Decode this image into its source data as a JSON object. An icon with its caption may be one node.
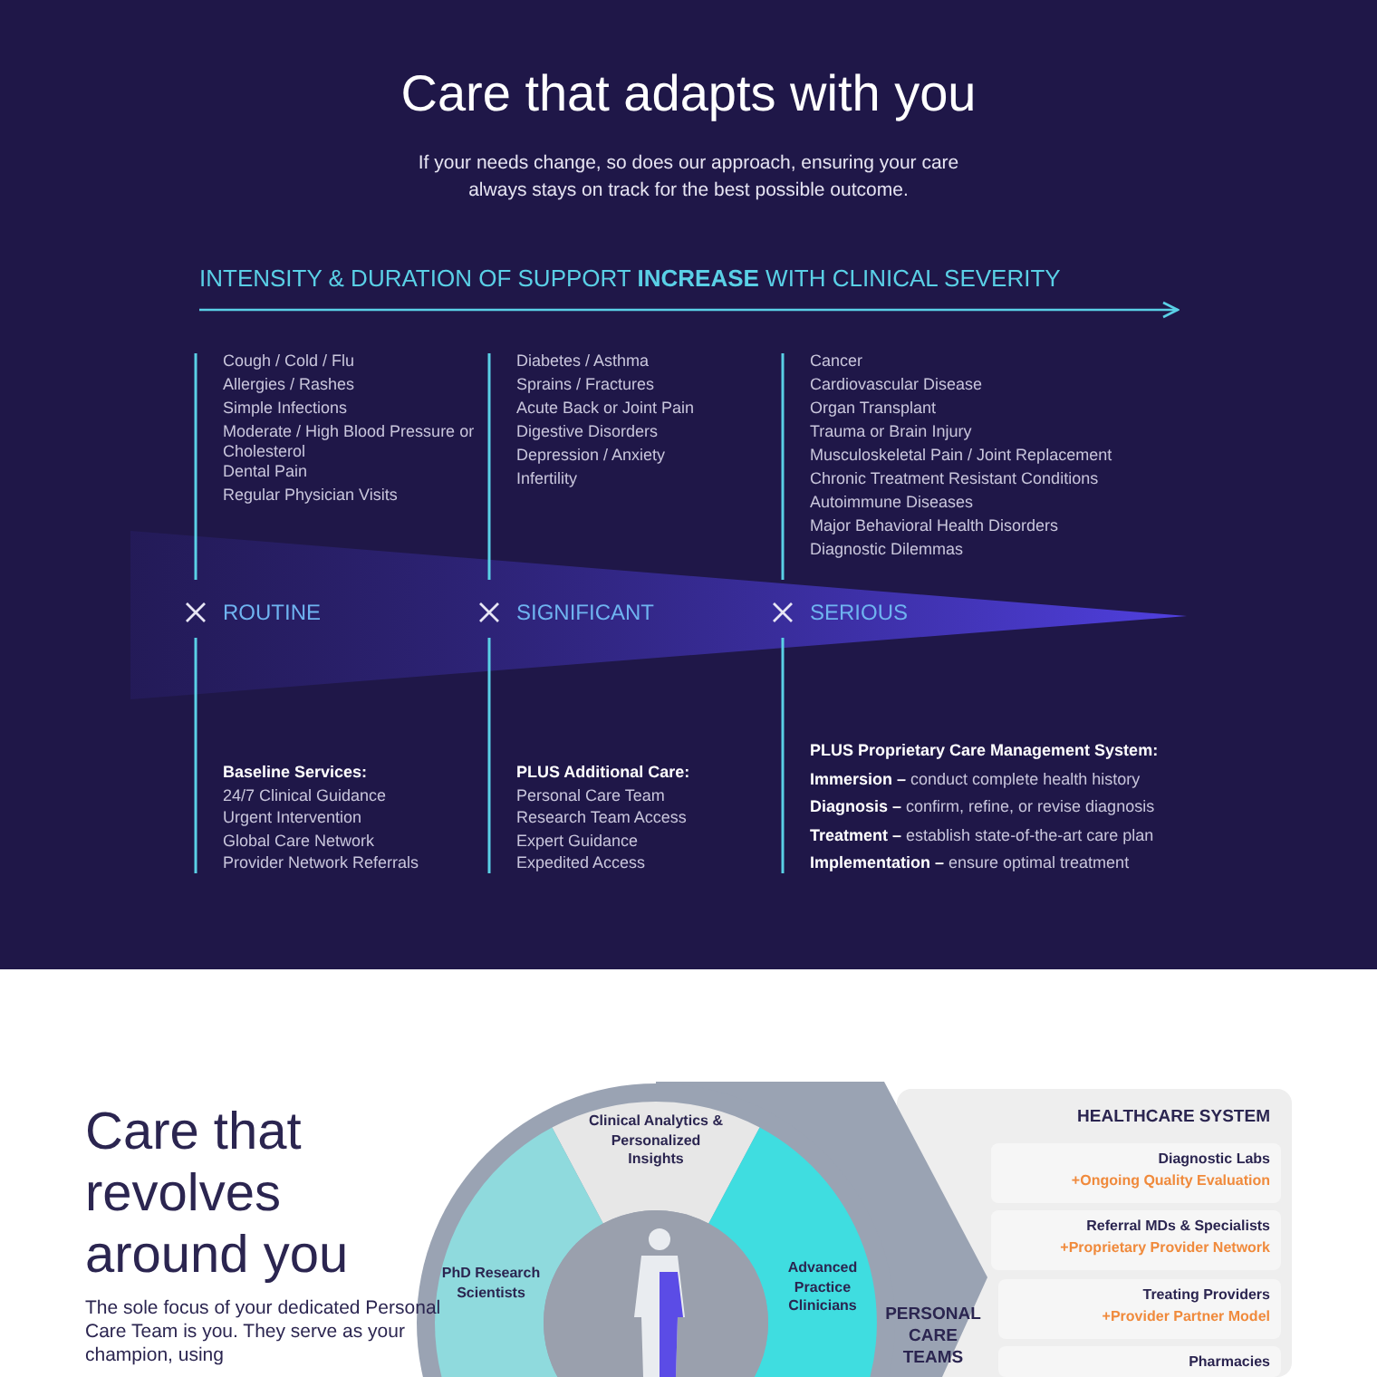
{
  "diagram": {
    "title": "Care that adapts with you",
    "nodes": [
      {
        "text": [
          "Clinical Analytics & Personalized Insights"
        ]
      },
      {
        "text": [
          "PhD Research Scientists"
        ]
      },
      {
        "text": [
          "Advanced Practice Clinicians"
        ]
      },
      {
        "text": [
          "PERSONAL CARE TEAMS"
        ]
      },
      {
        "text": [
          "HEALTHCARE SYSTEM"
        ]
      },
      {
        "text": [
          "Diagnostic Labs",
          "+Ongoing Quality Evaluation"
        ],
        "in": 4
      },
      {
        "text": [
          "Referral MDs & Specialists",
          "+Proprietary Provider Network"
        ],
        "in": 4
      },
      {
        "text": [
          "Treating Providers",
          "+Provider Partner Model"
        ],
        "in": 4
      },
      {
        "text": [
          "Pharmacies"
        ],
        "in": 4
      }
    ],
    "labels": [
      "If your needs change, so does our approach, ensuring your care always stays on track for the best possible outcome.",
      "INTENSITY & DURATION OF SUPPORT **INCREASE** WITH CLINICAL SEVERITY",
      "Cough / Cold / Flu",
      "Allergies / Rashes",
      "Simple Infections",
      "Moderate / High Blood Pressure or Cholesterol",
      "Dental Pain",
      "Regular Physician Visits",
      "Diabetes / Asthma",
      "Sprains / Fractures",
      "Acute Back or Joint Pain",
      "Digestive Disorders",
      "Depression / Anxiety",
      "Infertility",
      "Cancer",
      "Cardiovascular Disease",
      "Organ Transplant",
      "Trauma or Brain Injury",
      "Musculoskeletal Pain / Joint Replacement",
      "Chronic Treatment Resistant Conditions",
      "Autoimmune Diseases",
      "Major Behavioral Health Disorders",
      "Diagnostic Dilemmas",
      "ROUTINE",
      "SIGNIFICANT",
      "SERIOUS",
      "Baseline Services:",
      "24/7 Clinical Guidance",
      "Urgent Intervention",
      "Global Care Network",
      "Provider Network Referrals",
      "PLUS Additional Care:",
      "Personal Care Team",
      "Research Team Access",
      "Expert Guidance",
      "Expedited Access",
      "PLUS Proprietary Care Management System:",
      "**Immersion –** conduct complete health history",
      "**Diagnosis –** confirm, refine, or revise diagnosis",
      "**Treatment –** establish state-of-the-art care plan",
      "**Implementation –** ensure optimal treatment",
      "Care that revolves around you",
      "The sole focus of your dedicated Personal Care Team is you. They serve as your champion, using"
    ]
  }
}
